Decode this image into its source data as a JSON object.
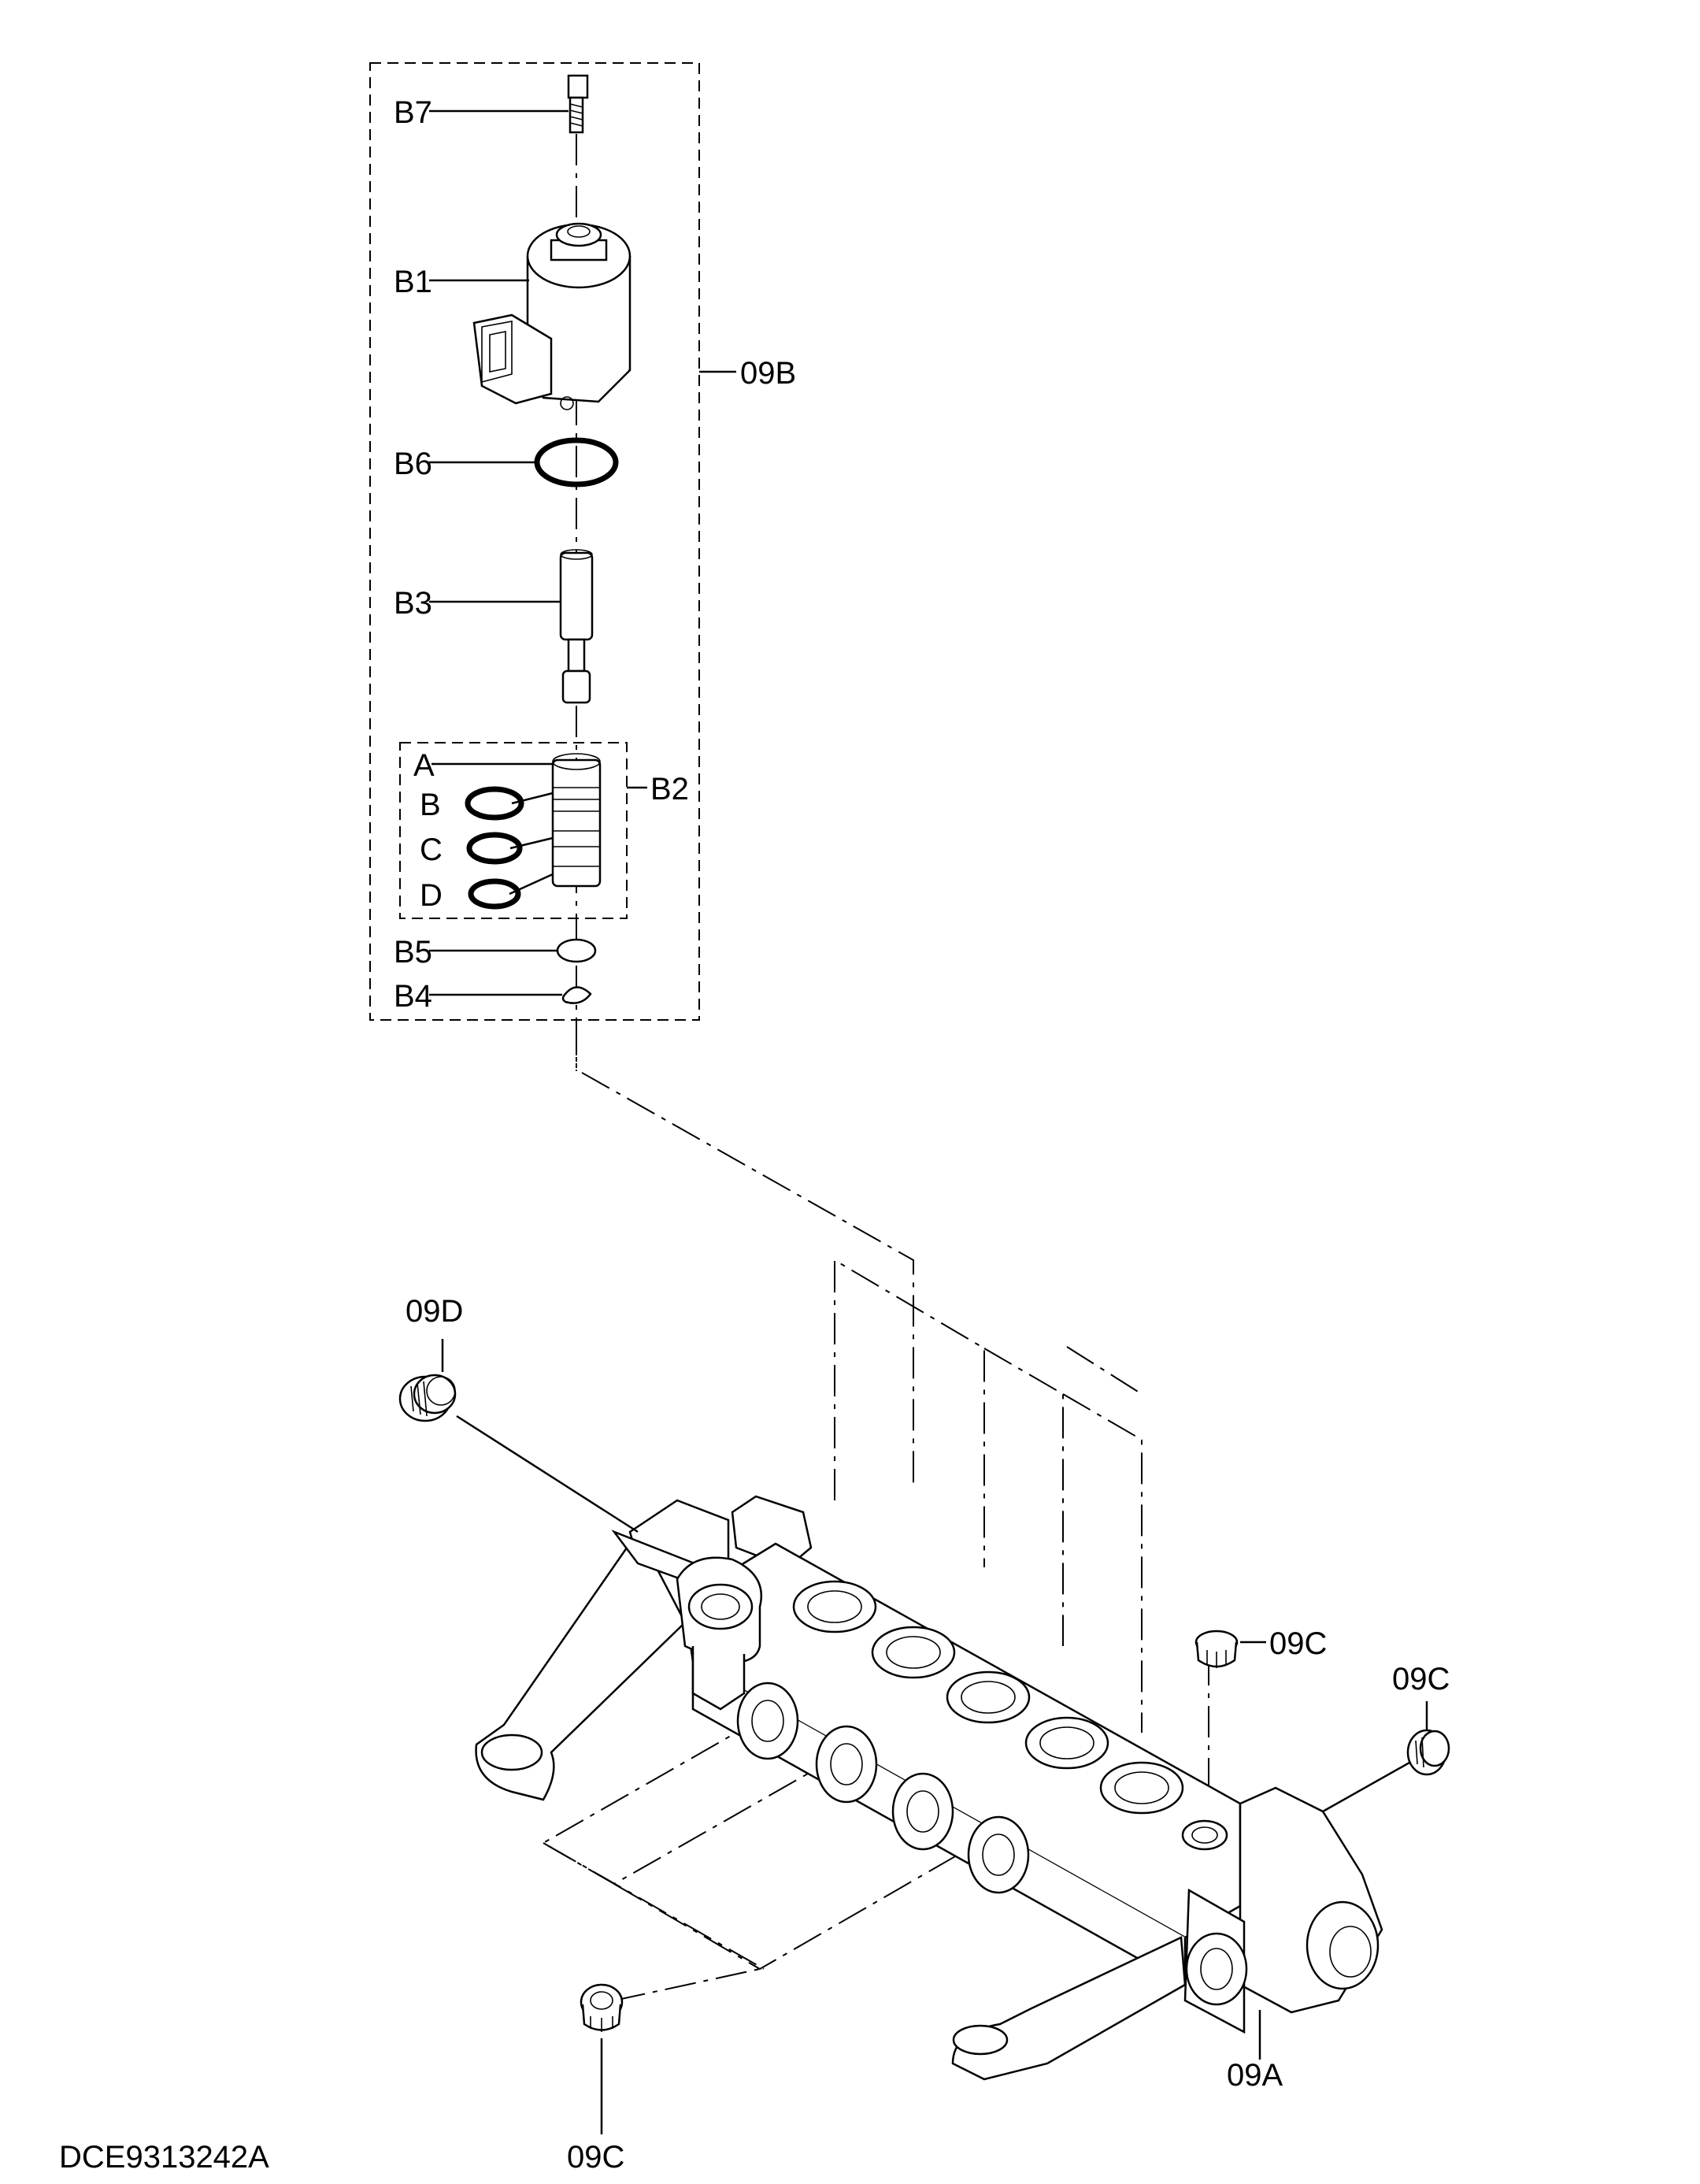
{
  "labels": {
    "B7": "B7",
    "B1": "B1",
    "B6": "B6",
    "B3": "B3",
    "A": "A",
    "B": "B",
    "C": "C",
    "D": "D",
    "B2": "B2",
    "B5": "B5",
    "B4": "B4",
    "09B": "09B",
    "09D": "09D",
    "09C_right_top": "09C",
    "09C_far_right": "09C",
    "09C_bottom": "09C",
    "09A": "09A",
    "drawing_code": "DCE9313242A"
  }
}
